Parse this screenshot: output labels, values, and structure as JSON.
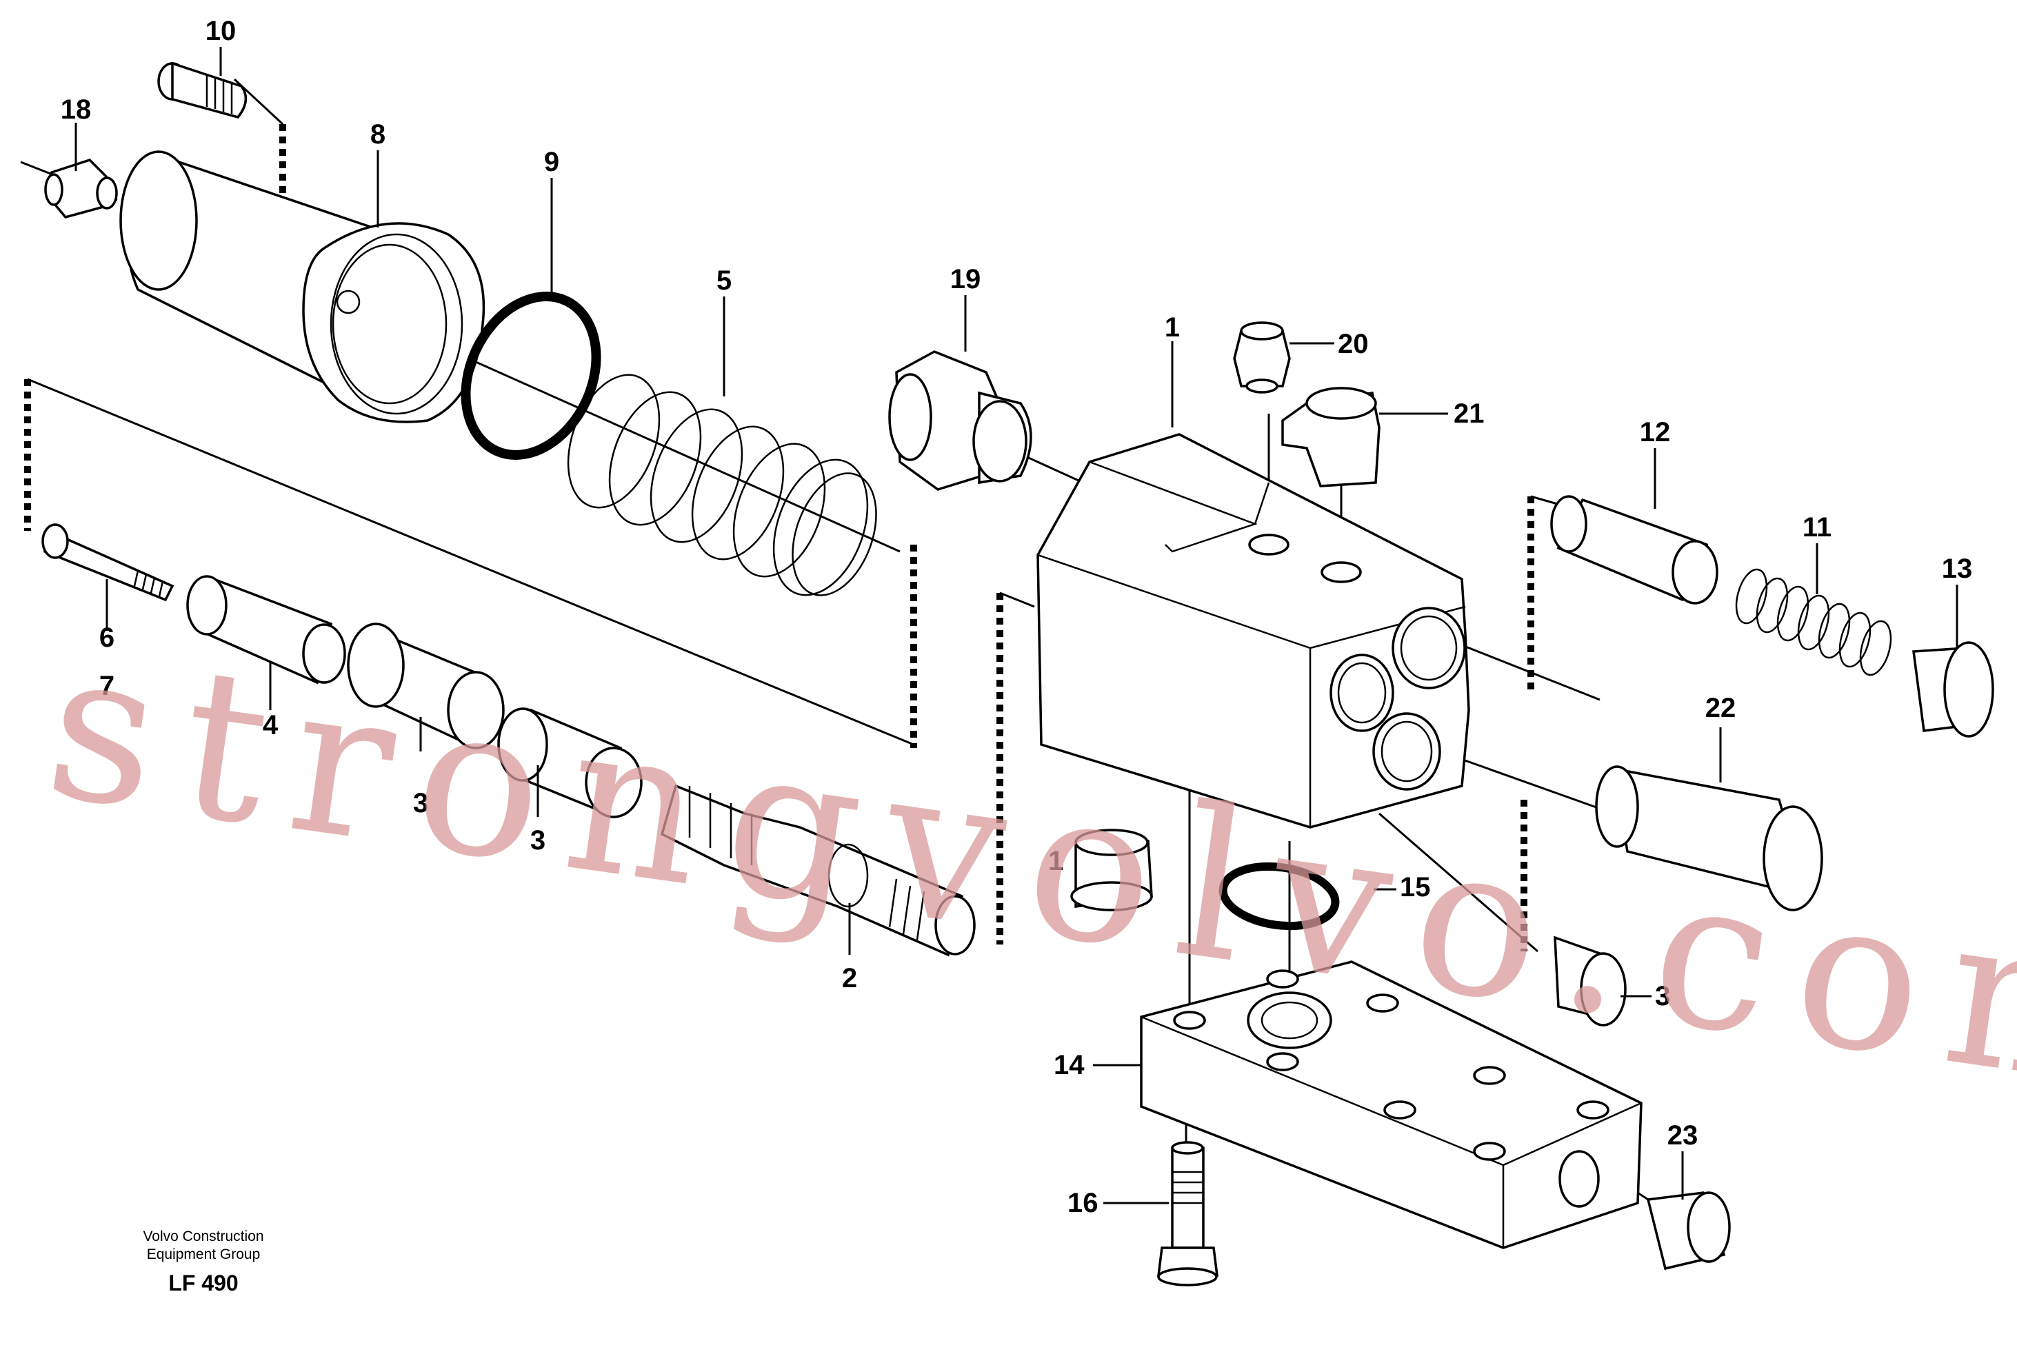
{
  "labels": {
    "l10": "10",
    "l18": "18",
    "l8": "8",
    "l9": "9",
    "l5": "5",
    "l19": "19",
    "l1": "1",
    "l20": "20",
    "l21": "21",
    "l12": "12",
    "l11": "11",
    "l13": "13",
    "l6": "6",
    "l7": "7",
    "l4": "4",
    "l3a": "3",
    "l3b": "3",
    "l2": "2",
    "l17": "1",
    "l15": "15",
    "l22": "22",
    "l3c": "3",
    "l14": "14",
    "l23": "23",
    "l16": "16"
  },
  "watermark": "strongvolvo.com",
  "footer": {
    "line1": "Volvo Construction",
    "line2": "Equipment Group",
    "code": "LF 490"
  }
}
